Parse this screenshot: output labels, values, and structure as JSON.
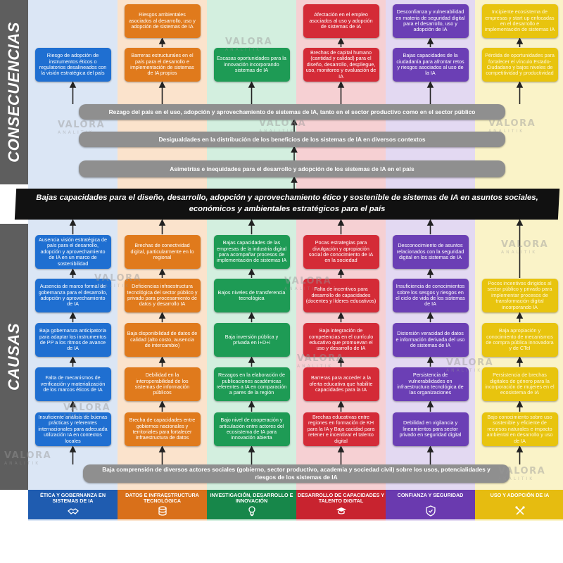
{
  "side_labels": {
    "consequences": "CONSECUENCIAS",
    "causes": "CAUSAS"
  },
  "central_problem": "Bajas capacidades para el diseño, desarrollo, adopción y aprovechamiento ético y sostenible de sistemas de IA en asuntos sociales, económicos y ambientales estratégicos para el país",
  "consequence_bars": [
    "Rezago del país en el uso, adopción y aprovechamiento de sistemas de IA, tanto en el sector productivo como en el sector público",
    "Desigualdades en la distribución de los beneficios de los sistemas de IA en diversos contextos",
    "Asimetrías e inequidades para el desarrollo y adopción de los sistemas de IA en el país"
  ],
  "root_bar": "Baja comprensión de diversos actores sociales (gobierno, sector productivo, academia y sociedad civil) sobre los usos, potencialidades y riesgos de los sistemas de IA",
  "watermark": {
    "brand": "VALORA",
    "sub": "ANALITIK"
  },
  "columns": [
    {
      "key": "etica",
      "color": "#1f6fd1",
      "bg": "#dbe6f5",
      "footer_color": "#1f5cb0",
      "footer": "ÉTICA Y GOBERNANZA EN SISTEMAS DE IA",
      "icon": "handshake-icon",
      "consequences": [
        "",
        "Riesgo de adopción de instrumentos éticos o regulatorios desalineados con la visión estratégica del país"
      ],
      "causes": [
        "Ausencia visión estratégica de país para el desarrollo, adopción y aprovechamiento de IA en un marco de sostenibilidad",
        "Ausencia de marco formal de gobernanza para el desarrollo, adopción y aprovechamiento de IA",
        "Baja gobernanza anticipatoria para adaptar los instrumentos de PP a los ritmos de avance de IA",
        "Falta de mecanismos de verificación y materialización de los marcos éticos de IA",
        "Insuficiente análisis de buenas prácticas y referentes internacionales para adecuada utilización IA en contextos locales"
      ]
    },
    {
      "key": "datos",
      "color": "#e07a1c",
      "bg": "#fbe3cc",
      "footer_color": "#d9701a",
      "footer": "DATOS E INFRAESTRUCTURA TECNOLÓGICA",
      "icon": "database-icon",
      "consequences": [
        "Riesgos ambientales asociados al desarrollo, uso y adopción de sistemas de IA",
        "Barreras estructurales en el país para el desarrollo e implementación de sistemas de IA propios"
      ],
      "causes": [
        "Brechas de conectividad digital, particularmente en lo regional",
        "Deficiencias infraestructura tecnológica del sector público y privado para procesamiento de datos y desarrollo IA",
        "Baja disponibilidad de datos de calidad (alto costo, ausencia de intercambio)",
        "Debilidad en la interoperabilidad de los sistemas de información públicos",
        "Brecha de capacidades entre gobiernos nacionales y territoriales para fortalecer infraestructura de datos"
      ]
    },
    {
      "key": "investigacion",
      "color": "#1e9b55",
      "bg": "#d3efdf",
      "footer_color": "#17874a",
      "footer": "INVESTIGACIÓN, DESARROLLO E INNOVACIÓN",
      "icon": "bulb-icon",
      "consequences": [
        "",
        "Escasas oportunidades para la innovación incorporando sistemas de IA"
      ],
      "causes": [
        "Bajas capacidades de las empresas de la industria digital para acompañar procesos de implementación de sistemas IA",
        "Bajos niveles de transferencia tecnológica",
        "Baja inversión pública y privada en I+D+i",
        "Rezagos en la elaboración de publicaciones académicas referentes a IA en comparación a pares de la región",
        "Bajo nivel de cooperación y articulación entre actores del ecosistema de IA para innovación abierta"
      ]
    },
    {
      "key": "capacidades",
      "color": "#d42b37",
      "bg": "#f6d0d3",
      "footer_color": "#c8232f",
      "footer": "DESARROLLO DE CAPACIDADES Y TALENTO DIGITAL",
      "icon": "graduation-cap-icon",
      "consequences": [
        "Afectación en el empleo asociados al uso y adopción de sistemas de IA",
        "Brechas de capital humano (cantidad y calidad) para el diseño, desarrollo, despliegue, uso, monitoreo y evaluación de IA"
      ],
      "causes": [
        "Pocas estrategias para divulgación y apropiación social de conocimiento de IA en la sociedad",
        "Falta de incentivos para desarrollo de capacidades (docentes y líderes educativos)",
        "Baja integración de competencias en el currículo educativo que promuevan el uso y desarrollo de IA",
        "Barreras para acceder a la oferta educativa que habilite capacidades para la IA",
        "Brechas educativas entre regiones en formación de KH para la IA y Baja cacidad para retener e incentivar el talento digital"
      ]
    },
    {
      "key": "confianza",
      "color": "#6b3fb5",
      "bg": "#e3d9f2",
      "footer_color": "#6a3aaf",
      "footer": "CONFIANZA Y SEGURIDAD",
      "icon": "shield-icon",
      "consequences": [
        "Desconfianza y vulnerabilidad en materia de seguridad digital para el desarrollo, uso y adopción de IA",
        "Bajas capacidades de la ciudadanía para afrontar retos y riesgos asociados al uso de la IA"
      ],
      "causes": [
        "Desconocimiento de asuntos relacionados con la seguridad digital en los sistemas de IA",
        "Insuficiencia de conocimientos sobre los sesgos y riesgos en el ciclo de vida de los sistemas de IA",
        "Distorsión veracidad de datos e información derivada del uso de sistemas de IA",
        "Persistencia de vulnerabilidades en infraestructura tecnológica de las organizaciones",
        "Debilidad en vigilancia y lineamientos para sector privado en seguridad digital"
      ]
    },
    {
      "key": "uso",
      "color": "#e8c40e",
      "bg": "#faf3c8",
      "footer_color": "#e6bc10",
      "footer": "USO Y ADOPCIÓN DE IA",
      "icon": "tools-icon",
      "consequences": [
        "Incipiente ecosistema de empresas y start up enfocadas en el desarrollo e implementación de sistemas IA",
        "Pérdida de oportunidades para fortalecer el vínculo Estado-Ciudadano y bajos niveles de competitividad y productividad"
      ],
      "causes": [
        "",
        "Pocos incentivos dirigidos al sector público y privado para implementar procesos de transformación digital incorporando IA",
        "Baja apropiación y conocimiento de mecanismos de compra pública innovadora y de CTeI",
        "Persistencia de brechas digitales de género para la incorporación de mujeres en el ecosistema de IA",
        "Bajo conocimiento sobre uso sostenible y eficiente de recursos naturales e impacto ambiental en desarrollo y uso de IA"
      ]
    }
  ]
}
